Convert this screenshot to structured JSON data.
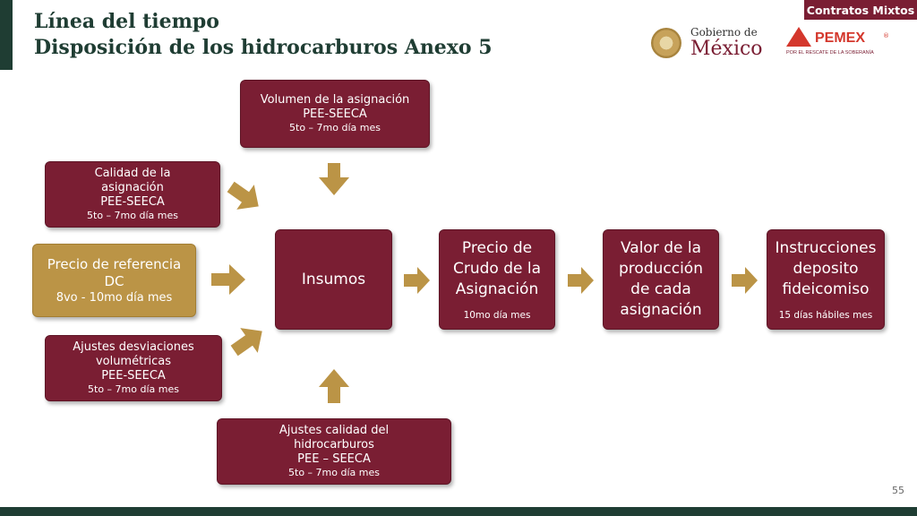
{
  "header": {
    "title_line1": "Línea del tiempo",
    "title_line2": "Disposición de los hidrocarburos Anexo 5",
    "tag": "Contratos Mixtos"
  },
  "logos": {
    "gob_small": "Gobierno de",
    "gob_big": "México",
    "pemex": "PEMEX",
    "pemex_reg": "®",
    "pemex_slogan": "POR EL RESCATE DE LA SOBERANÍA"
  },
  "boxes": {
    "volumen": {
      "l1": "Volumen de la asignación",
      "l2": "PEE-SEECA",
      "sub": "5to – 7mo día mes"
    },
    "calidad": {
      "l1": "Calidad de la",
      "l2": "asignación",
      "l3": "PEE-SEECA",
      "sub": "5to – 7mo día mes"
    },
    "precio_ref": {
      "l1": "Precio de referencia",
      "l2": "DC",
      "sub": "8vo - 10mo día mes"
    },
    "ajustes_desv": {
      "l1": "Ajustes desviaciones",
      "l2": "volumétricas",
      "l3": "PEE-SEECA",
      "sub": "5to – 7mo día mes"
    },
    "ajustes_cal": {
      "l1": "Ajustes calidad del",
      "l2": "hidrocarburos",
      "l3": "PEE – SEECA",
      "sub": "5to – 7mo día mes"
    },
    "insumos": {
      "l1": "Insumos"
    },
    "precio_crudo": {
      "l1": "Precio de",
      "l2": "Crudo de la",
      "l3": "Asignación",
      "sub": "10mo día mes"
    },
    "valor": {
      "l1": "Valor de la",
      "l2": "producción",
      "l3": "de cada",
      "l4": "asignación"
    },
    "instrucciones": {
      "l1": "Instrucciones",
      "l2": "deposito",
      "l3": "fideicomiso",
      "sub": "15 días hábiles mes"
    }
  },
  "page_number": "55",
  "colors": {
    "maroon": "#7a1e33",
    "gold": "#bb9446",
    "dark_green": "#1f3d33"
  }
}
